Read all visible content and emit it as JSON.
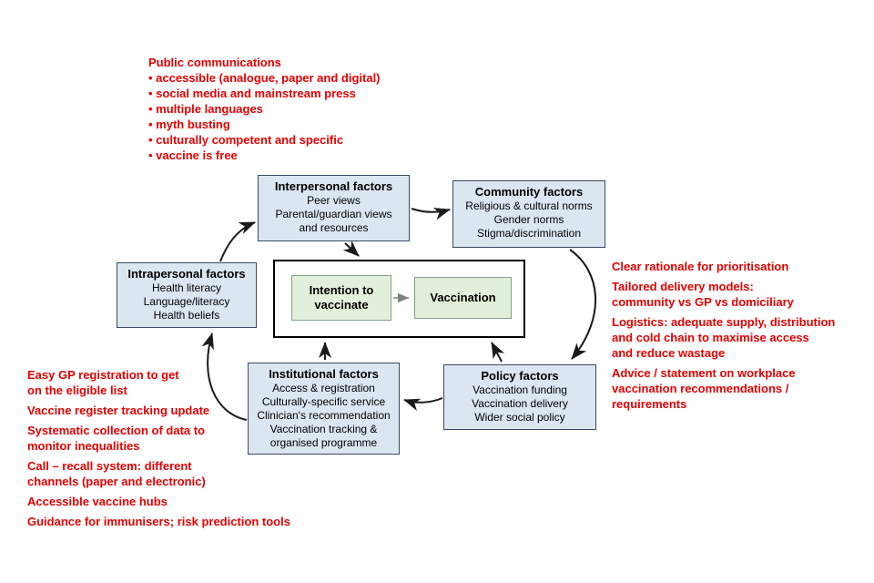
{
  "colors": {
    "note_red": "#e60000",
    "factor_box_fill": "#dce6f1",
    "factor_box_border": "#3b4a63",
    "outcome_box_fill": "#e2efda",
    "arrow_black": "#1a1a1a",
    "arrow_gray": "#7f7f7f"
  },
  "annotations": {
    "public_communications": {
      "title": "Public communications",
      "bullets": [
        "• accessible (analogue, paper and digital)",
        "• social media and mainstream press",
        "• multiple languages",
        "• myth busting",
        "• culturally competent and specific",
        "• vaccine is free"
      ]
    },
    "right_notes": [
      "Clear rationale for prioritisation",
      "Tailored delivery models:\ncommunity vs GP vs domiciliary",
      "Logistics: adequate supply, distribution\nand cold chain to maximise access\nand reduce wastage",
      "Advice / statement on workplace\nvaccination recommendations /\nrequirements"
    ],
    "bottom_left_notes": [
      "Easy GP registration to get\non the eligible list",
      "Vaccine register tracking update",
      "Systematic collection of data to\nmonitor inequalities",
      "Call – recall system: different\nchannels (paper and electronic)",
      "Accessible vaccine hubs",
      "Guidance for immunisers; risk prediction tools"
    ]
  },
  "boxes": {
    "interpersonal": {
      "title": "Interpersonal factors",
      "body": "Peer views\nParental/guardian views\nand resources"
    },
    "community": {
      "title": "Community factors",
      "body": "Religious & cultural norms\nGender norms\nStigma/discrimination"
    },
    "intrapersonal": {
      "title": "Intrapersonal factors",
      "body": "Health literacy\nLanguage/literacy\nHealth beliefs"
    },
    "institutional": {
      "title": "Institutional factors",
      "body": "Access & registration\nCulturally-specific service\nClinician's recommendation\nVaccination tracking &\norganised programme"
    },
    "policy": {
      "title": "Policy factors",
      "body": "Vaccination funding\nVaccination delivery\nWider social policy"
    },
    "outcome": {
      "intention_label": "Intention to\nvaccinate",
      "vaccination_label": "Vaccination"
    }
  }
}
